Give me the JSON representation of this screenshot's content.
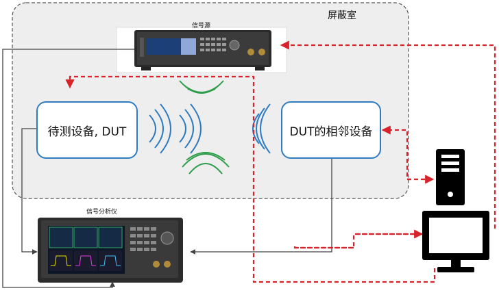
{
  "room": {
    "label": "屏蔽室"
  },
  "signal_generator": {
    "label": "信号源"
  },
  "signal_analyzer": {
    "label": "信号分析仪"
  },
  "dut": {
    "label": "待测设备, DUT"
  },
  "neighbor": {
    "label": "DUT的相邻设备"
  },
  "colors": {
    "room_border": "#555555",
    "room_fill": "#eeeeee",
    "box_border": "#2f7bbf",
    "blue_wave": "#2f7bbf",
    "green_wave": "#2e9d4a",
    "dashed_link": "#d8232a",
    "solid_link": "#444444"
  },
  "icons": [
    "signal-generator-icon",
    "signal-analyzer-icon",
    "computer-tower-icon",
    "monitor-icon",
    "radio-wave-icon"
  ]
}
